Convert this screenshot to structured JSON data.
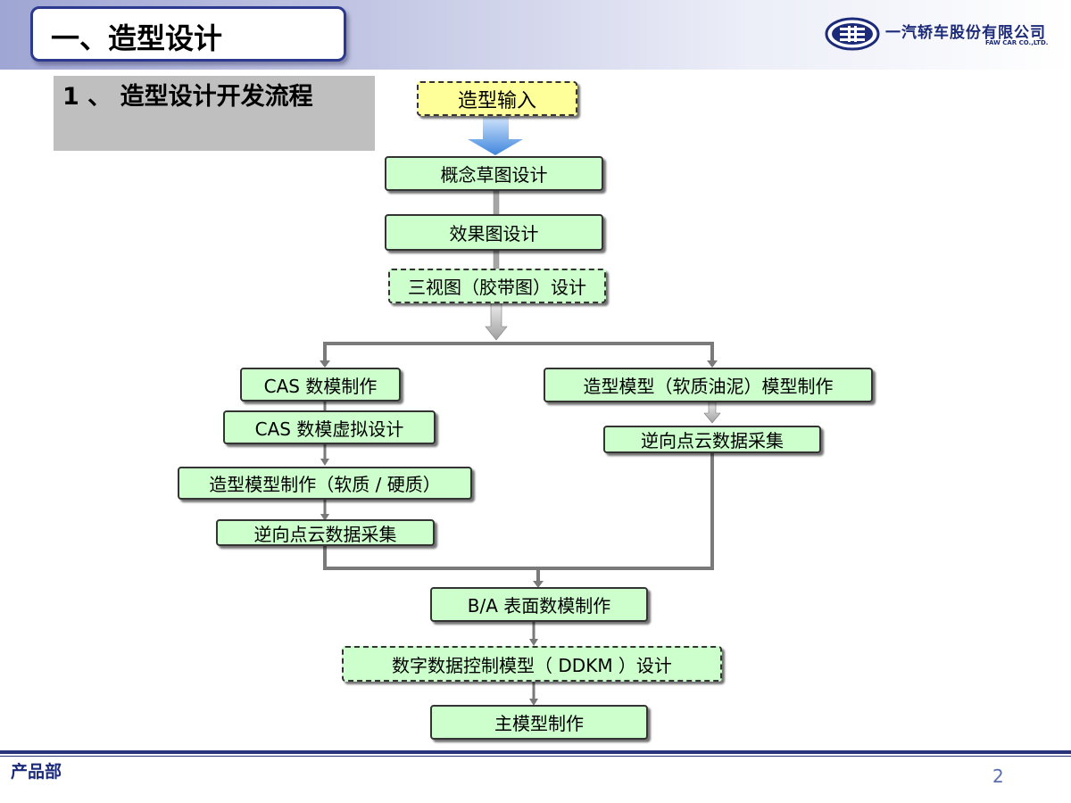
{
  "header": {
    "section_title": "一、造型设计",
    "company_name": "一汽轿车股份有限公司",
    "company_name_en": "FAW CAR CO.,LTD."
  },
  "subtitle": "1 、 造型设计开发流程",
  "flowchart": {
    "input": "造型输入",
    "sketch": "概念草图设计",
    "rendering": "效果图设计",
    "three_view": "三视图（胶带图）设计",
    "left_branch": {
      "cas_model": "CAS 数模制作",
      "cas_virtual": "CAS 数模虚拟设计",
      "physical_model": "造型模型制作（软质 / 硬质）",
      "point_cloud": "逆向点云数据采集"
    },
    "right_branch": {
      "clay_model": "造型模型（软质油泥）模型制作",
      "point_cloud": "逆向点云数据采集"
    },
    "ba_surface": "B/A 表面数模制作",
    "ddkm": "数字数据控制模型（ DDKM ）设计",
    "master_model": "主模型制作"
  },
  "footer": {
    "department": "产品部",
    "page_number": "2"
  },
  "colors": {
    "node_fill": "#ccffcc",
    "input_fill": "#ffff99",
    "brand_blue": "#27347c"
  }
}
